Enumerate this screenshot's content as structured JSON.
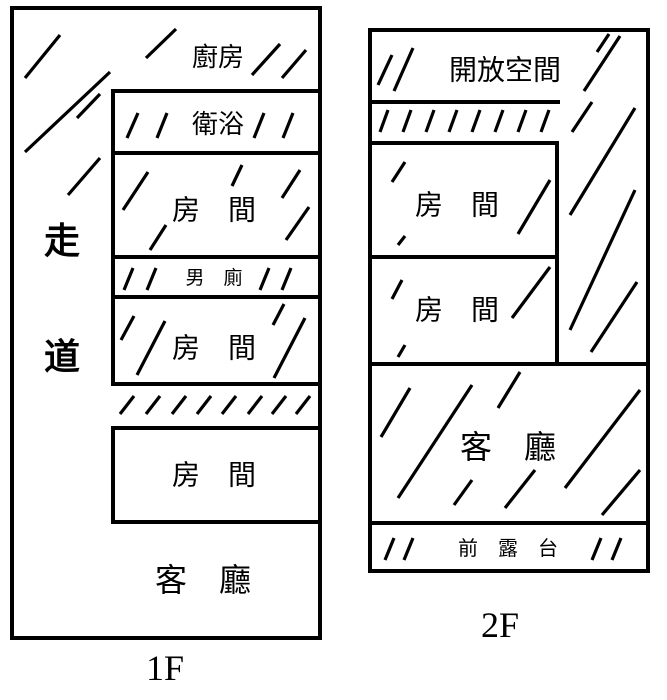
{
  "floor1": {
    "name": "1F",
    "rooms": {
      "kitchen": "廚房",
      "bathroom": "衛浴",
      "room_a": "房　間",
      "mens_toilet": "男　廁",
      "room_b": "房　間",
      "room_c": "房　間",
      "living_room": "客　廳",
      "corridor_1": "走",
      "corridor_2": "道"
    }
  },
  "floor2": {
    "name": "2F",
    "rooms": {
      "open_space": "開放空間",
      "room_a": "房　間",
      "room_b": "房　間",
      "living_room": "客　廳",
      "front_terrace": "前　露　台"
    }
  }
}
